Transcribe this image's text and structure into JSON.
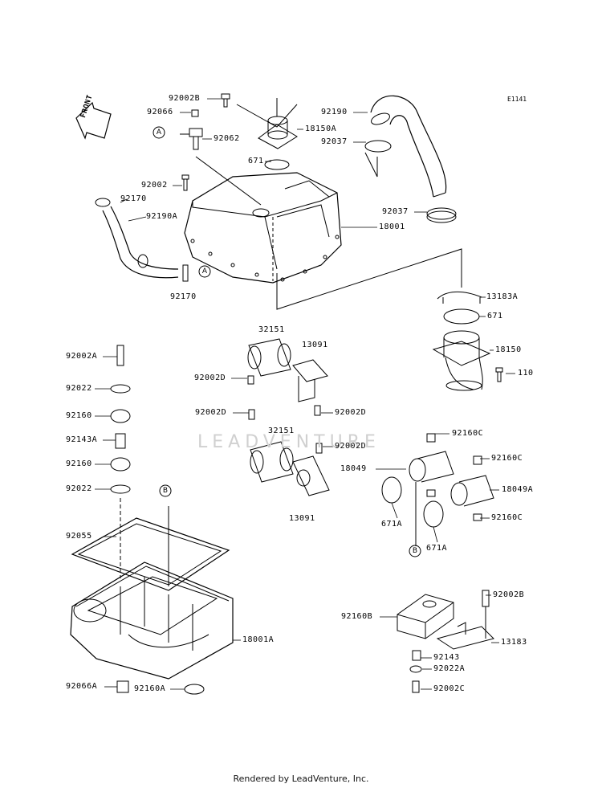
{
  "diagram_code": "E1141",
  "watermark": "LEADVENTURE",
  "footer": "Rendered by LeadVenture, Inc.",
  "front_arrow": "FRONT",
  "callouts": {
    "a": "A",
    "b": "B"
  },
  "parts": {
    "p92002B_top": "92002B",
    "p92066": "92066",
    "p92062": "92062",
    "p18150A": "18150A",
    "p92190": "92190",
    "p92037_top": "92037",
    "p671_top": "671",
    "p92002": "92002",
    "p92170_top": "92170",
    "p92190A": "92190A",
    "p92037_mid": "92037",
    "p18001": "18001",
    "p92170_bot": "92170",
    "p13183A": "13183A",
    "p671_mid": "671",
    "p32151_top": "32151",
    "p13091_top": "13091",
    "p18150": "18150",
    "p110": "110",
    "p92002A": "92002A",
    "p92002D_a": "92002D",
    "p92022_top": "92022",
    "p92160_top": "92160",
    "p92002D_b": "92002D",
    "p92002D_c": "92002D",
    "p32151_bot": "32151",
    "p92143A": "92143A",
    "p92002D_d": "92002D",
    "p92160C_a": "92160C",
    "p92160_mid": "92160",
    "p92022_mid": "92022",
    "p18049": "18049",
    "p92160C_b": "92160C",
    "p18049A": "18049A",
    "p13091_bot": "13091",
    "p92160C_c": "92160C",
    "p92055": "92055",
    "p671A_a": "671A",
    "p671A_b": "671A",
    "p92002B_bot": "92002B",
    "p92160B": "92160B",
    "p13183": "13183",
    "p18001A": "18001A",
    "p92143": "92143",
    "p92022A": "92022A",
    "p92066A": "92066A",
    "p92160A": "92160A",
    "p92002C": "92002C"
  }
}
